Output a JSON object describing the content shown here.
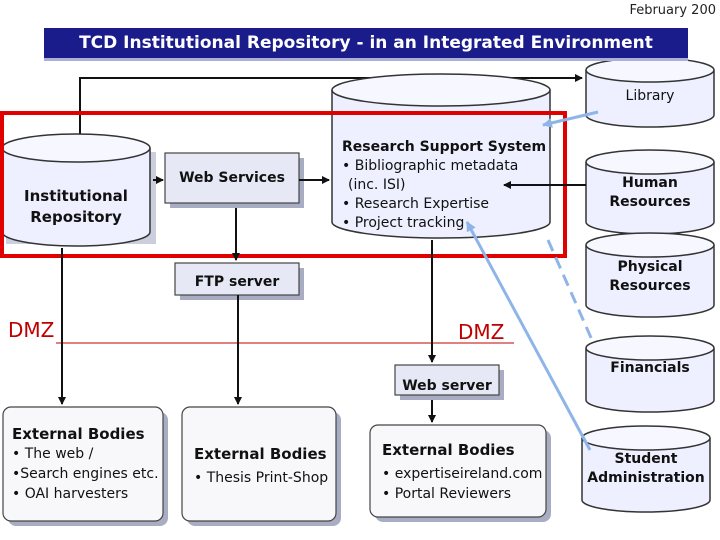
{
  "date": "February 200",
  "title": "TCD Institutional Repository - in an Integrated Environment",
  "nodes": {
    "library": "Library",
    "human_resources": [
      "Human",
      "Resources"
    ],
    "physical_resources": [
      "Physical",
      "Resources"
    ],
    "financials": "Financials",
    "student_administration": [
      "Student",
      "Administration"
    ],
    "institutional_repository": [
      "Institutional",
      "Repository"
    ],
    "web_services": "Web Services",
    "ftp_server": "FTP server",
    "web_server": "Web server",
    "research_support": {
      "title": "Research Support System",
      "lines": [
        "• Bibliographic metadata",
        "(inc. ISI)",
        "• Research Expertise",
        "• Project tracking"
      ]
    }
  },
  "dmz_left": "DMZ",
  "dmz_right": "DMZ",
  "external": [
    {
      "head": "External Bodies",
      "lines": [
        "• The web /",
        "•Search engines etc.",
        "• OAI harvesters"
      ]
    },
    {
      "head": "External Bodies",
      "lines": [
        "• Thesis Print-Shop"
      ]
    },
    {
      "head": "External Bodies",
      "lines": [
        "• expertiseireland.com",
        "• Portal Reviewers"
      ]
    }
  ],
  "colors": {
    "title_bg": "#1a1c8c",
    "highlight": "#e00000",
    "cylinder": "#eef0ff",
    "arrow_blue": "#8fb4e8",
    "dmz": "#c00000"
  }
}
